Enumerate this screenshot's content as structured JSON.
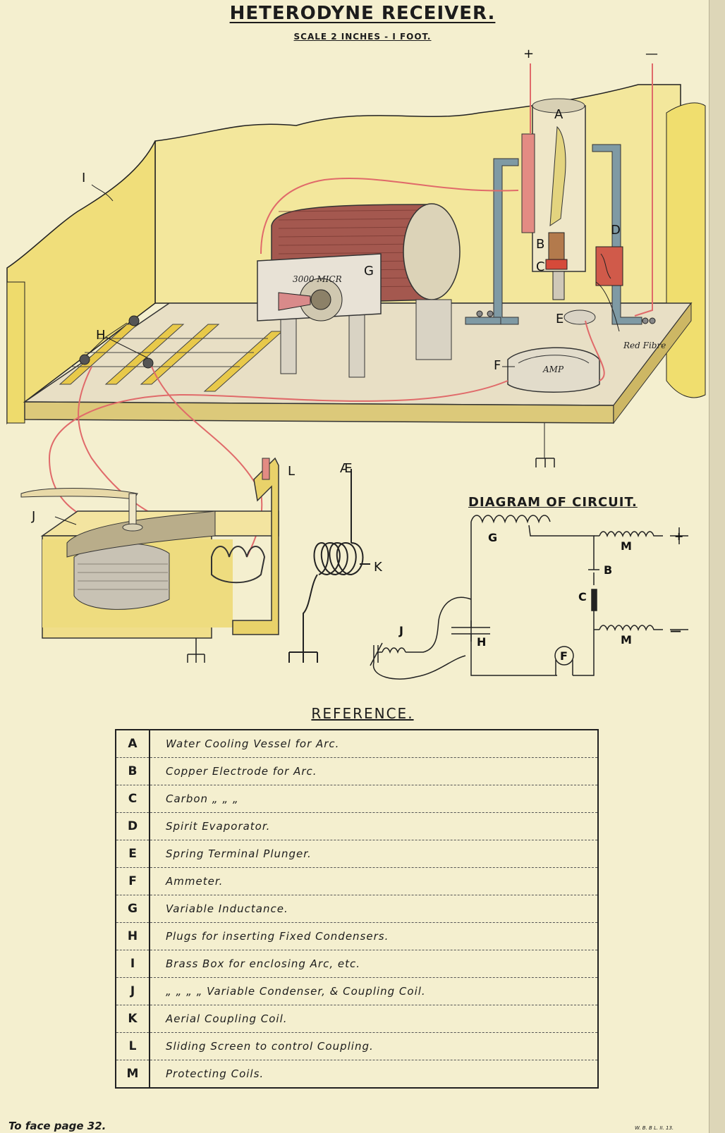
{
  "title": "HETERODYNE RECEIVER.",
  "scale": "SCALE 2 INCHES - I FOOT.",
  "illustration": {
    "labels": {
      "plus": "+",
      "minus": "—",
      "a": "A",
      "b": "B",
      "c": "C",
      "d": "D",
      "e": "E",
      "f": "F",
      "g": "G",
      "h": "H",
      "i": "I",
      "j": "J",
      "k": "K",
      "l": "L",
      "ae": "Æ",
      "red_fibre": "Red Fibre",
      "ammeter_face": "AMP",
      "dial_text": "3000 MICR"
    }
  },
  "circuit": {
    "title": "DIAGRAM OF CIRCUIT.",
    "labels": {
      "g": "G",
      "m1": "M",
      "m2": "M",
      "b": "B",
      "c": "C",
      "h": "H",
      "j": "J",
      "f": "F",
      "plus": "+",
      "minus": "—"
    }
  },
  "reference": {
    "title": "REFERENCE.",
    "rows": [
      {
        "key": "A",
        "text": "Water Cooling Vessel for Arc."
      },
      {
        "key": "B",
        "text": "Copper Electrode for Arc."
      },
      {
        "key": "C",
        "text": "Carbon      „      „      „"
      },
      {
        "key": "D",
        "text": "Spirit Evaporator."
      },
      {
        "key": "E",
        "text": "Spring Terminal Plunger."
      },
      {
        "key": "F",
        "text": "Ammeter."
      },
      {
        "key": "G",
        "text": "Variable Inductance."
      },
      {
        "key": "H",
        "text": "Plugs for inserting Fixed Condensers."
      },
      {
        "key": "I",
        "text": "Brass Box for enclosing Arc, etc."
      },
      {
        "key": "J",
        "text": "„   „   „   „      Variable Condenser, & Coupling Coil."
      },
      {
        "key": "K",
        "text": "Aerial Coupling Coil."
      },
      {
        "key": "L",
        "text": "Sliding Screen to control Coupling."
      },
      {
        "key": "M",
        "text": "Protecting Coils."
      }
    ]
  },
  "footer": "To face page 32.",
  "print_code": "W. B. B L. II. 13."
}
